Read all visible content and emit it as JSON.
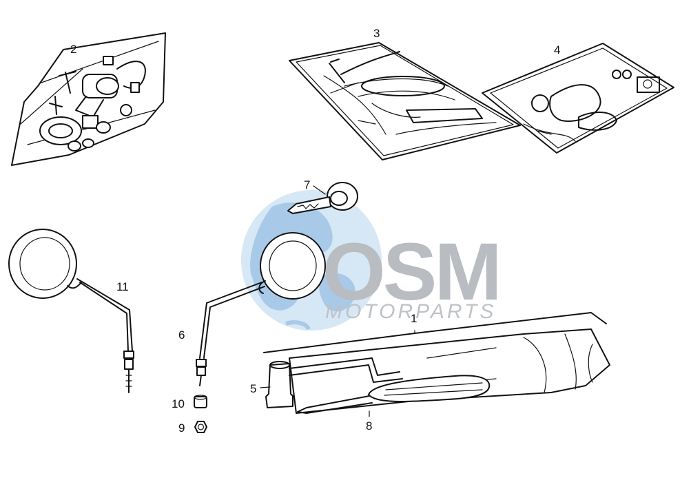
{
  "watermark": {
    "brand": "OSM",
    "subtitle": "MOTORPARTS",
    "globe_color": "#bcd7ee",
    "text_color": "#b9bcc0"
  },
  "callouts": [
    {
      "id": "1",
      "text": "1"
    },
    {
      "id": "2",
      "text": "2"
    },
    {
      "id": "3",
      "text": "3"
    },
    {
      "id": "4",
      "text": "4"
    },
    {
      "id": "5",
      "text": "5"
    },
    {
      "id": "6",
      "text": "6"
    },
    {
      "id": "7",
      "text": "7"
    },
    {
      "id": "8",
      "text": "8"
    },
    {
      "id": "9",
      "text": "9"
    },
    {
      "id": "10",
      "text": "10"
    },
    {
      "id": "11",
      "text": "11"
    }
  ],
  "parts": [
    {
      "ref": "1",
      "icon": "tool-kit-pouch-icon"
    },
    {
      "ref": "2",
      "icon": "ignition-lock-kit-icon"
    },
    {
      "ref": "3",
      "icon": "decal-sheet-icon"
    },
    {
      "ref": "4",
      "icon": "gasket-set-icon"
    },
    {
      "ref": "5",
      "icon": "spark-plug-wrench-icon"
    },
    {
      "ref": "6",
      "icon": "right-mirror-icon"
    },
    {
      "ref": "7",
      "icon": "key-icon"
    },
    {
      "ref": "8",
      "icon": "screwdriver-icon"
    },
    {
      "ref": "9",
      "icon": "nut-icon"
    },
    {
      "ref": "10",
      "icon": "spacer-icon"
    },
    {
      "ref": "11",
      "icon": "left-mirror-icon"
    }
  ]
}
